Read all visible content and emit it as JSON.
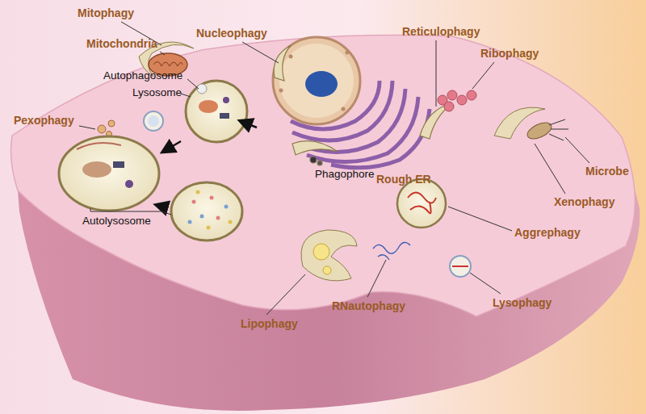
{
  "diagram": {
    "labels": [
      "Mitophagy",
      "Nucleophagy",
      "Reticulophagy",
      "Ribophagy",
      "Mitochondria",
      "Autophagosome",
      "Lysosome",
      "Pexophagy",
      "Microbe",
      "Phagophore",
      "Rough ER",
      "Xenophagy",
      "Aggrephagy",
      "Autolysosome",
      "RNautophagy",
      "Lysophagy",
      "Lipophagy"
    ]
  }
}
